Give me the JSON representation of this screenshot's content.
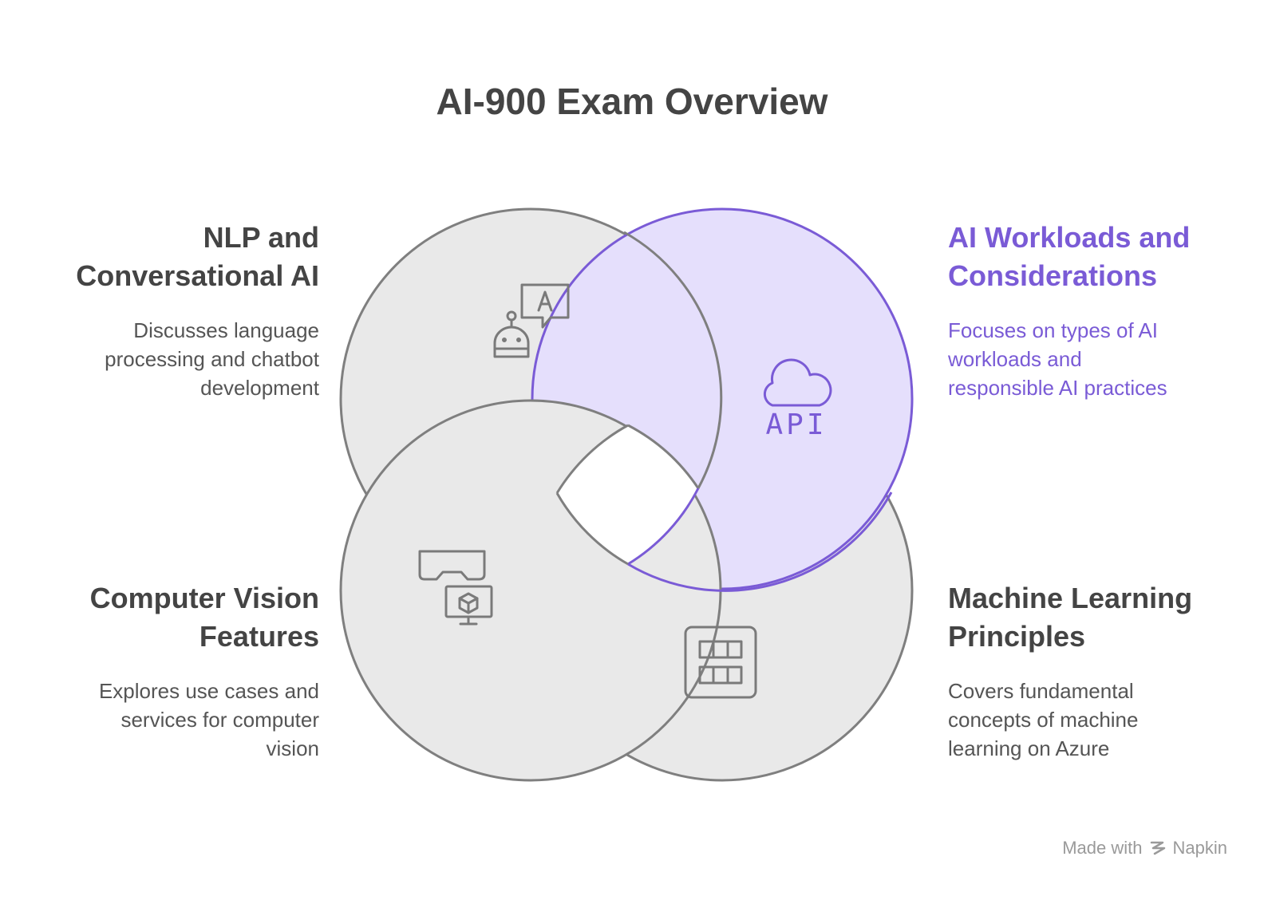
{
  "title": "AI-900 Exam Overview",
  "colors": {
    "circle_fill": "#e9e9e9",
    "circle_stroke": "#7f7f7f",
    "accent_fill": "#e5dffc",
    "accent_stroke": "#7a5bd6",
    "text_dark": "#444444",
    "text_accent": "#7a5bd6"
  },
  "sections": {
    "nlp": {
      "heading_1": "NLP and",
      "heading_2": "Conversational AI",
      "desc_1": "Discusses language",
      "desc_2": "processing and chatbot",
      "desc_3": "development",
      "icon": "chatbot-icon"
    },
    "workloads": {
      "heading_1": "AI Workloads and",
      "heading_2": "Considerations",
      "desc_1": "Focuses on types of AI",
      "desc_2": "workloads and",
      "desc_3": "responsible AI practices",
      "icon": "cloud-api-icon",
      "icon_label": "API"
    },
    "vision": {
      "heading_1": "Computer Vision",
      "heading_2": "Features",
      "desc_1": "Explores use cases and",
      "desc_2": "services for computer",
      "desc_3": "vision",
      "icon": "vr-headset-icon"
    },
    "ml": {
      "heading_1": "Machine Learning",
      "heading_2": "Principles",
      "desc_1": "Covers fundamental",
      "desc_2": "concepts of machine",
      "desc_3": "learning on Azure",
      "icon": "grid-icon"
    }
  },
  "credit": {
    "made_with": "Made with",
    "brand": "Napkin"
  }
}
